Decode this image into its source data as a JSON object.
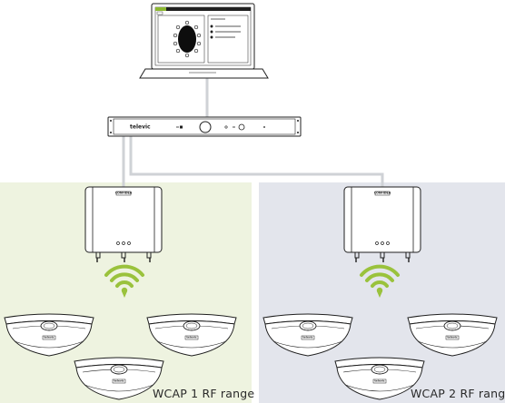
{
  "colors": {
    "zone_1": "#eef3e0",
    "zone_2": "#e3e5ec",
    "cable": "#cfd2d6",
    "device_line": "#1f1f1f",
    "wifi": "#9ac23c",
    "screen_accent": "#8cb832",
    "table": "#0d0d0d"
  },
  "devices": {
    "rack_unit": {
      "brand": "televic"
    },
    "access_point": {
      "brand": "CONFIDEA"
    },
    "conference_unit": {
      "brand": "televic"
    }
  },
  "zones": [
    {
      "label": "WCAP 1 RF range",
      "conference_units": 3
    },
    {
      "label": "WCAP 2 RF range",
      "conference_units": 3
    }
  ],
  "icons": {
    "wireless": "wifi-signal-icon"
  }
}
